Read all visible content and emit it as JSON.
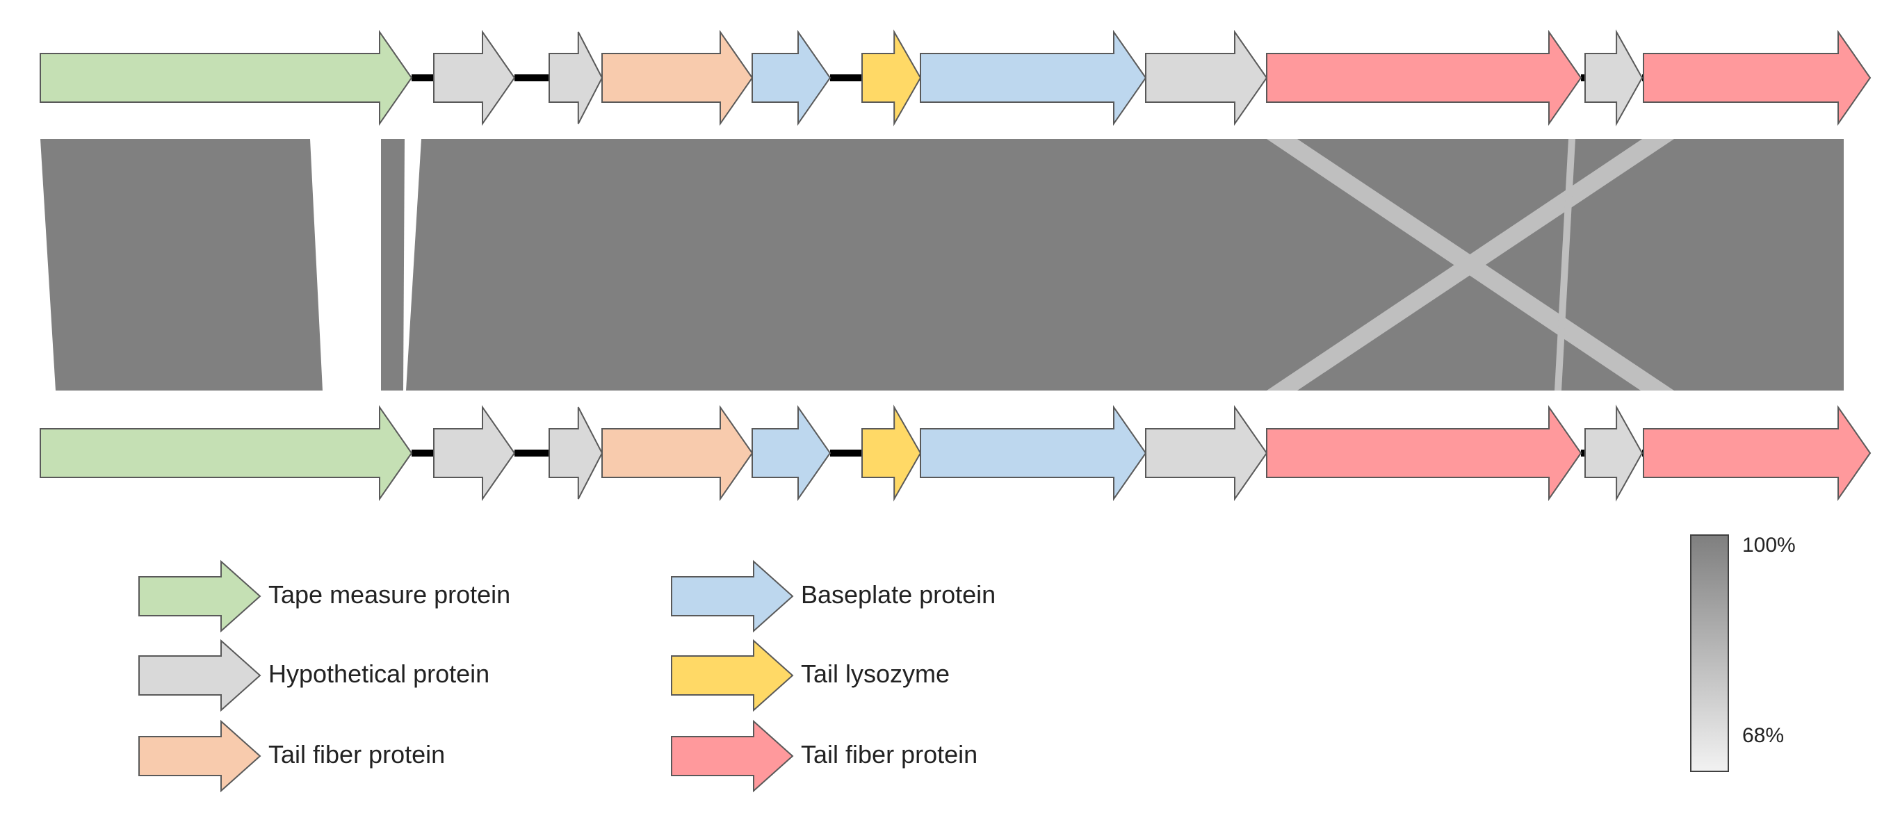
{
  "genes": [
    {
      "category": "tape_measure"
    },
    {
      "category": "hypothetical"
    },
    {
      "category": "hypothetical"
    },
    {
      "category": "tail_fiber_orange"
    },
    {
      "category": "baseplate"
    },
    {
      "category": "tail_lysozyme"
    },
    {
      "category": "baseplate"
    },
    {
      "category": "hypothetical"
    },
    {
      "category": "tail_fiber_red"
    },
    {
      "category": "hypothetical"
    },
    {
      "category": "tail_fiber_red"
    }
  ],
  "legend": {
    "items": [
      {
        "category": "tape_measure",
        "label": "Tape measure protein"
      },
      {
        "category": "hypothetical",
        "label": "Hypothetical protein"
      },
      {
        "category": "tail_fiber_orange",
        "label": "Tail fiber protein"
      },
      {
        "category": "baseplate",
        "label": "Baseplate protein"
      },
      {
        "category": "tail_lysozyme",
        "label": "Tail lysozyme"
      },
      {
        "category": "tail_fiber_red",
        "label": "Tail fiber protein"
      }
    ]
  },
  "colors": {
    "tape_measure": "#c5e0b4",
    "hypothetical": "#d9d9d9",
    "tail_fiber_orange": "#f8cbad",
    "baseplate": "#bdd7ee",
    "tail_lysozyme": "#ffd966",
    "tail_fiber_red": "#ff999c",
    "identity_high": "#808080",
    "identity_low": "#bfbfbf",
    "outline": "#595959"
  },
  "scale": {
    "max_label": "100%",
    "min_label": "68%",
    "max_color": "#7f7f7f",
    "min_color": "#f2f2f2"
  }
}
